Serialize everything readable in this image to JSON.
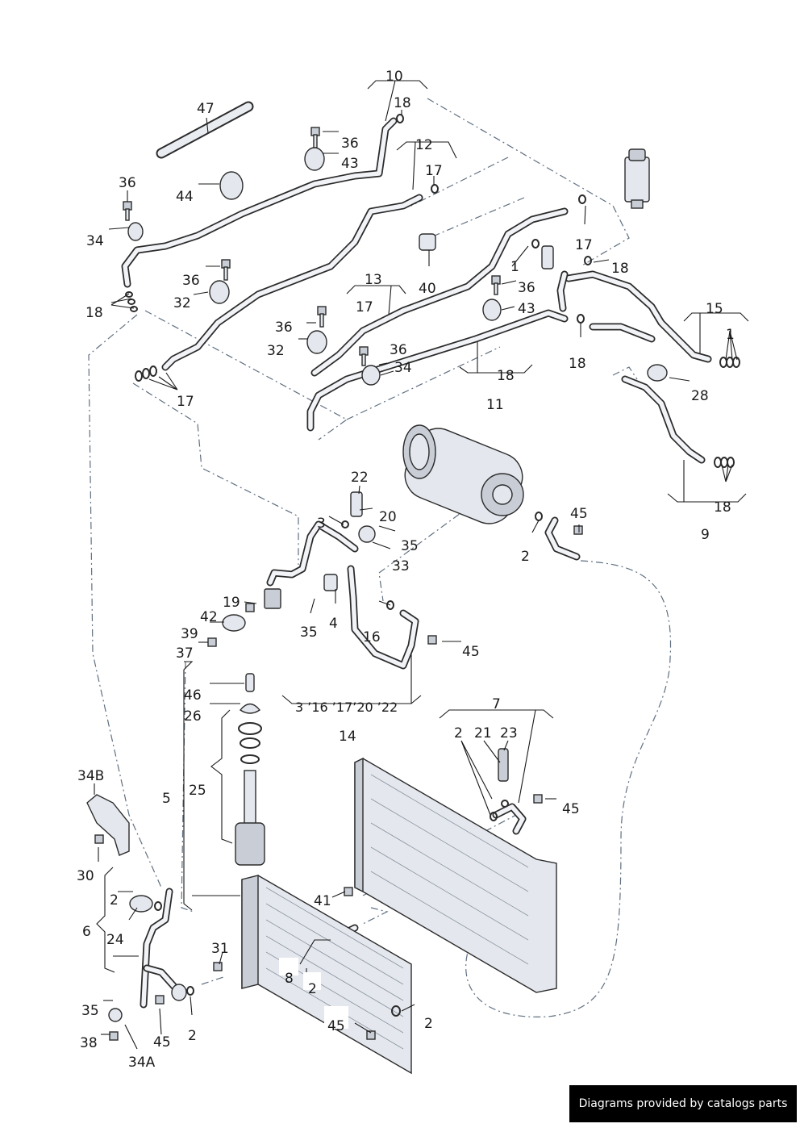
{
  "footer_text": "Diagrams provided by catalogs parts",
  "callouts": {
    "c47": "47",
    "c10": "10",
    "c18a": "18",
    "c36a": "36",
    "c43a": "43",
    "c12": "12",
    "c17a": "17",
    "c44": "44",
    "c36b": "36",
    "c34a": "34",
    "c36c": "36",
    "c32a": "32",
    "c18b": "18",
    "c13": "13",
    "c17b": "17",
    "c40": "40",
    "c1a": "1",
    "c36d": "36",
    "c43b": "43",
    "c17c": "17",
    "c18c": "18",
    "c36e": "36",
    "c32b": "32",
    "c36f": "36",
    "c34b": "34",
    "c15": "15",
    "c1b": "1",
    "c18d": "18",
    "c28": "28",
    "c18e": "18",
    "c11": "11",
    "c17d": "17",
    "c9": "9",
    "c18f": "18",
    "c22": "22",
    "c20": "20",
    "c3": "3",
    "c35a": "35",
    "c33": "33",
    "c45a": "45",
    "c2a": "2",
    "c19": "19",
    "c42": "42",
    "c4": "4",
    "c35b": "35",
    "c39": "39",
    "c37": "37",
    "c16": "16",
    "c45b": "45",
    "c46": "46",
    "c26": "26",
    "c14": "14",
    "c7": "7",
    "c2b": "2",
    "c21": "21",
    "c23": "23",
    "c45c": "45",
    "c34B": "34B",
    "c5": "5",
    "c25": "25",
    "c30": "30",
    "c2c": "2",
    "c41": "41",
    "c6": "6",
    "c24": "24",
    "c31": "31",
    "c8": "8",
    "c2d": "2",
    "c2e": "2",
    "c35c": "35",
    "c45d": "45",
    "c45e": "45",
    "c38": "38",
    "c2f": "2",
    "c34A": "34A"
  },
  "group_refs": {
    "g14": "3 ’16 ’17’20 ’22"
  }
}
